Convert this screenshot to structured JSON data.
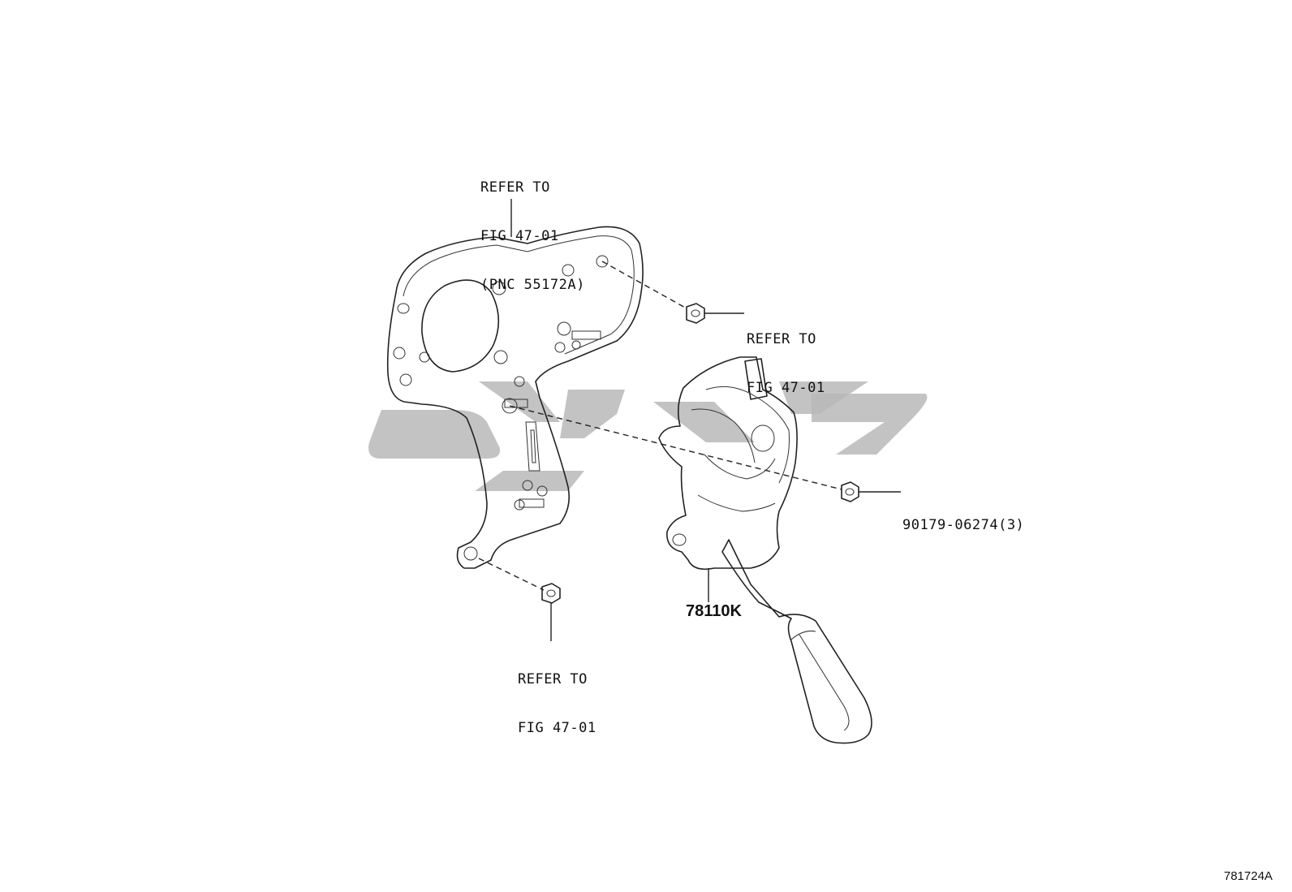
{
  "callouts": {
    "bracket_ref": [
      "REFER TO",
      "FIG 47-01",
      "(PNC 55172A)"
    ],
    "upper_nut_ref": [
      "REFER TO",
      "FIG 47-01"
    ],
    "lower_nut_ref": [
      "REFER TO",
      "FIG 47-01"
    ],
    "nut_part_number": "90179-06274(3)",
    "pedal_part_number": "78110K"
  },
  "figure_id": "781724A"
}
